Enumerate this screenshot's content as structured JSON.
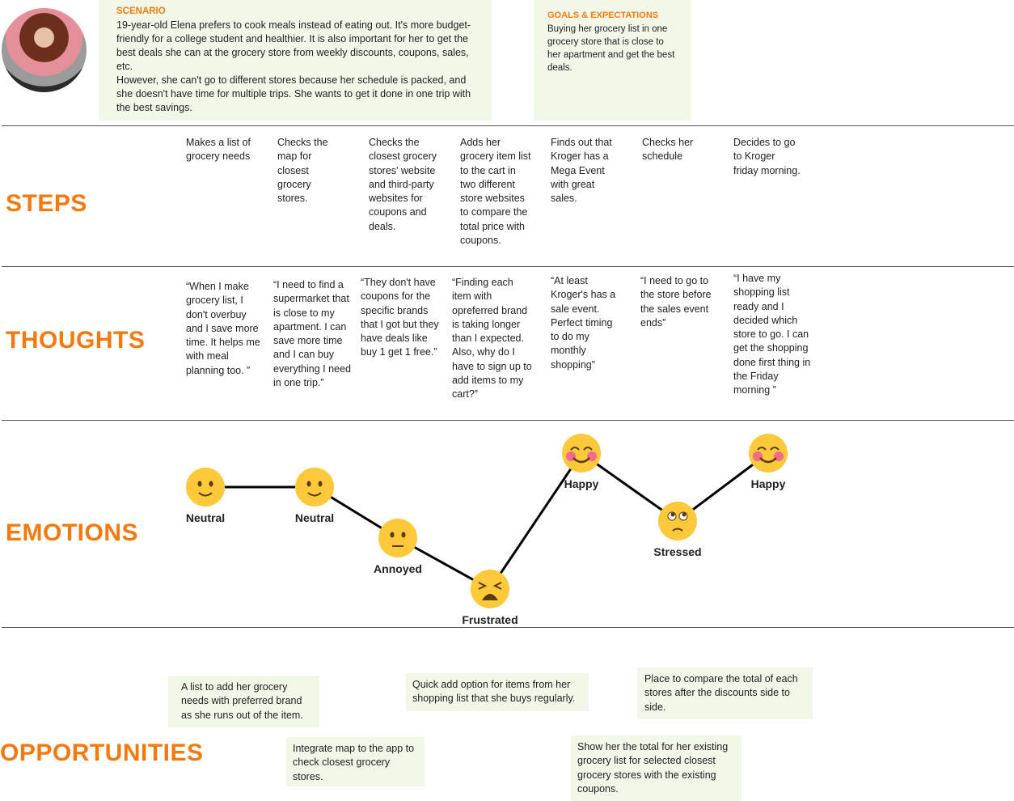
{
  "persona": {
    "avatar_alt": "Elena"
  },
  "scenario": {
    "title": "SCENARIO",
    "text": "19-year-old Elena prefers to cook meals instead of eating out. It's more budget-friendly for a college student and healthier. It is also important for her to get the best deals she can at the grocery store from weekly discounts, coupons, sales, etc.\nHowever, she can't go to different stores because her schedule is packed, and she doesn't have time for multiple trips. She wants to get it done in one trip with the best savings."
  },
  "goals": {
    "title": "GOALS & EXPECTATIONS",
    "text": "Buying her grocery list in one grocery store that is close to her apartment and get the best deals."
  },
  "sections": {
    "steps": "STEPS",
    "thoughts": "THOUGHTS",
    "emotions": "EMOTIONS",
    "opportunities": "OPPORTUNITIES"
  },
  "steps": [
    "Makes a list of grocery needs",
    "Checks the map for closest grocery stores.",
    "Checks the closest grocery stores' website and third-party websites for coupons and deals.",
    "Adds her grocery item list to the cart in two different store websites to compare the total price with coupons.",
    "Finds out that Kroger has a Mega Event with great sales.",
    "Checks her schedule",
    "Decides to go to Kroger friday morning."
  ],
  "thoughts": [
    "“When I make grocery list, I don't overbuy and I save more time. It helps me with meal planning too. ”",
    "“I need to find a supermarket that is close to my apartment. I can save more time and I can buy everything I need in one trip.”",
    "“They don't have coupons for the specific brands that I got but they have deals like buy 1 get 1 free.”",
    "“Finding each item with opreferred brand is taking longer than I expected. Also, why do I have to sign up to add items to my cart?”",
    "“At least Kroger's has a sale event. Perfect timing to do my monthly shopping”",
    "“I need to go to the store before the sales event ends”",
    "“I have my shopping list ready and I decided which store to go. I can get the shopping done first thing in the Friday morning ”"
  ],
  "emotions": [
    {
      "label": "Neutral",
      "icon": "neutral-face-icon",
      "level": 4
    },
    {
      "label": "Neutral",
      "icon": "neutral-face-icon",
      "level": 4
    },
    {
      "label": "Annoyed",
      "icon": "expressionless-face-icon",
      "level": 2.5
    },
    {
      "label": "Frustrated",
      "icon": "weary-face-icon",
      "level": 1
    },
    {
      "label": "Happy",
      "icon": "smiling-blush-face-icon",
      "level": 5
    },
    {
      "label": "Stressed",
      "icon": "worried-face-icon",
      "level": 3
    },
    {
      "label": "Happy",
      "icon": "smiling-blush-face-icon",
      "level": 5
    }
  ],
  "opportunities": [
    "A list to add her grocery needs with preferred brand as she runs out of the item.",
    "Integrate map to the app to check closest grocery stores.",
    "Quick add option for items from her shopping list that she buys regularly.",
    "Show her the total for her existing grocery list for selected closest grocery stores with the existing coupons.",
    "Place to compare the total of each stores after the discounts side to side."
  ],
  "colors": {
    "accent": "#f7790e",
    "card": "#f1f8e8",
    "emoji": "#fcc93a"
  }
}
